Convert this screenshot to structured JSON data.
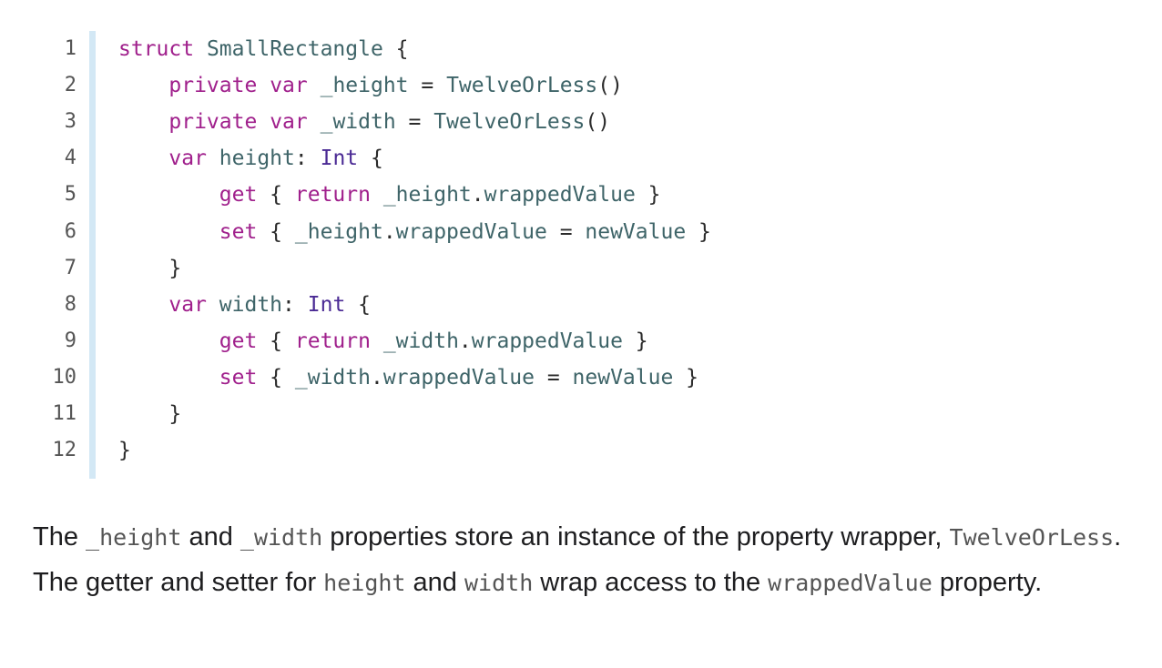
{
  "code": {
    "line_numbers": [
      "1",
      "2",
      "3",
      "4",
      "5",
      "6",
      "7",
      "8",
      "9",
      "10",
      "11",
      "12"
    ],
    "lines": [
      [
        {
          "t": "struct",
          "c": "kw"
        },
        {
          "t": " ",
          "c": "pl"
        },
        {
          "t": "SmallRectangle",
          "c": "id"
        },
        {
          "t": " {",
          "c": "pl"
        }
      ],
      [
        {
          "t": "    ",
          "c": "pl"
        },
        {
          "t": "private",
          "c": "kw"
        },
        {
          "t": " ",
          "c": "pl"
        },
        {
          "t": "var",
          "c": "kw"
        },
        {
          "t": " ",
          "c": "pl"
        },
        {
          "t": "_height",
          "c": "id"
        },
        {
          "t": " = ",
          "c": "pl"
        },
        {
          "t": "TwelveOrLess",
          "c": "id"
        },
        {
          "t": "()",
          "c": "pl"
        }
      ],
      [
        {
          "t": "    ",
          "c": "pl"
        },
        {
          "t": "private",
          "c": "kw"
        },
        {
          "t": " ",
          "c": "pl"
        },
        {
          "t": "var",
          "c": "kw"
        },
        {
          "t": " ",
          "c": "pl"
        },
        {
          "t": "_width",
          "c": "id"
        },
        {
          "t": " = ",
          "c": "pl"
        },
        {
          "t": "TwelveOrLess",
          "c": "id"
        },
        {
          "t": "()",
          "c": "pl"
        }
      ],
      [
        {
          "t": "    ",
          "c": "pl"
        },
        {
          "t": "var",
          "c": "kw"
        },
        {
          "t": " ",
          "c": "pl"
        },
        {
          "t": "height",
          "c": "id"
        },
        {
          "t": ": ",
          "c": "pl"
        },
        {
          "t": "Int",
          "c": "ty"
        },
        {
          "t": " {",
          "c": "pl"
        }
      ],
      [
        {
          "t": "        ",
          "c": "pl"
        },
        {
          "t": "get",
          "c": "kw"
        },
        {
          "t": " { ",
          "c": "pl"
        },
        {
          "t": "return",
          "c": "kw"
        },
        {
          "t": " ",
          "c": "pl"
        },
        {
          "t": "_height",
          "c": "id"
        },
        {
          "t": ".",
          "c": "pl"
        },
        {
          "t": "wrappedValue",
          "c": "id"
        },
        {
          "t": " }",
          "c": "pl"
        }
      ],
      [
        {
          "t": "        ",
          "c": "pl"
        },
        {
          "t": "set",
          "c": "kw"
        },
        {
          "t": " { ",
          "c": "pl"
        },
        {
          "t": "_height",
          "c": "id"
        },
        {
          "t": ".",
          "c": "pl"
        },
        {
          "t": "wrappedValue",
          "c": "id"
        },
        {
          "t": " = ",
          "c": "pl"
        },
        {
          "t": "newValue",
          "c": "id"
        },
        {
          "t": " }",
          "c": "pl"
        }
      ],
      [
        {
          "t": "    }",
          "c": "pl"
        }
      ],
      [
        {
          "t": "    ",
          "c": "pl"
        },
        {
          "t": "var",
          "c": "kw"
        },
        {
          "t": " ",
          "c": "pl"
        },
        {
          "t": "width",
          "c": "id"
        },
        {
          "t": ": ",
          "c": "pl"
        },
        {
          "t": "Int",
          "c": "ty"
        },
        {
          "t": " {",
          "c": "pl"
        }
      ],
      [
        {
          "t": "        ",
          "c": "pl"
        },
        {
          "t": "get",
          "c": "kw"
        },
        {
          "t": " { ",
          "c": "pl"
        },
        {
          "t": "return",
          "c": "kw"
        },
        {
          "t": " ",
          "c": "pl"
        },
        {
          "t": "_width",
          "c": "id"
        },
        {
          "t": ".",
          "c": "pl"
        },
        {
          "t": "wrappedValue",
          "c": "id"
        },
        {
          "t": " }",
          "c": "pl"
        }
      ],
      [
        {
          "t": "        ",
          "c": "pl"
        },
        {
          "t": "set",
          "c": "kw"
        },
        {
          "t": " { ",
          "c": "pl"
        },
        {
          "t": "_width",
          "c": "id"
        },
        {
          "t": ".",
          "c": "pl"
        },
        {
          "t": "wrappedValue",
          "c": "id"
        },
        {
          "t": " = ",
          "c": "pl"
        },
        {
          "t": "newValue",
          "c": "id"
        },
        {
          "t": " }",
          "c": "pl"
        }
      ],
      [
        {
          "t": "    }",
          "c": "pl"
        }
      ],
      [
        {
          "t": "}",
          "c": "pl"
        }
      ]
    ]
  },
  "colors": {
    "keyword": "#a0208c",
    "type": "#4a2a94",
    "identifier": "#3e6468",
    "plain": "#2b2b2b",
    "gutter_bar": "#d3e8f5"
  },
  "prose": {
    "p1": "The ",
    "c1": "_height",
    "p2": " and ",
    "c2": "_width",
    "p3": " properties store an instance of the property wrapper, ",
    "c3": "TwelveOrLess",
    "p4": ". The getter and setter for ",
    "c4": "height",
    "p5": " and ",
    "c5": "width",
    "p6": " wrap access to the ",
    "c6": "wrappedValue",
    "p7": " property."
  }
}
